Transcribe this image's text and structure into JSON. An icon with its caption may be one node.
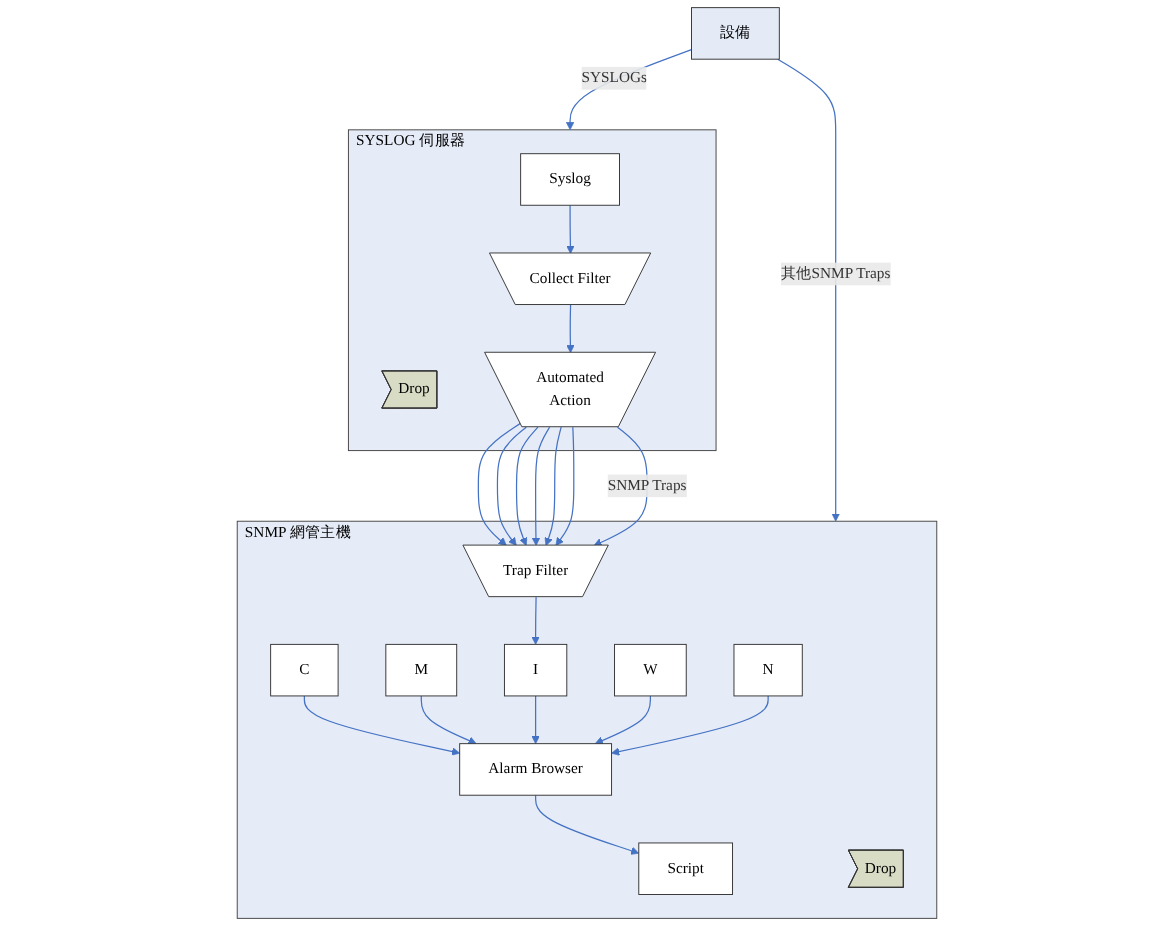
{
  "diagram": {
    "nodes": [
      {
        "text": [
          "設備"
        ]
      },
      {
        "text": [
          "SYSLOG 伺服器"
        ]
      },
      {
        "text": [
          "Syslog"
        ],
        "in": 1
      },
      {
        "text": [
          "Collect Filter"
        ],
        "in": 1
      },
      {
        "text": [
          "Drop"
        ],
        "in": 1
      },
      {
        "text": [
          "Automated",
          "Action"
        ],
        "in": 1
      },
      {
        "text": [
          "SNMP 網管主機"
        ]
      },
      {
        "text": [
          "Script"
        ],
        "in": 6
      },
      {
        "text": [
          "Alarm Browser"
        ],
        "in": 6
      },
      {
        "text": [
          "C"
        ],
        "in": 6
      },
      {
        "text": [
          "M"
        ],
        "in": 6
      },
      {
        "text": [
          "I"
        ],
        "in": 6
      },
      {
        "text": [
          "W"
        ],
        "in": 6
      },
      {
        "text": [
          "N"
        ],
        "in": 6
      },
      {
        "text": [
          "Trap Filter"
        ],
        "in": 6
      },
      {
        "text": [
          "Drop"
        ],
        "in": 6
      }
    ],
    "edges": [
      {
        "from": 0,
        "to": 1,
        "arrow": "to",
        "label": "SYSLOGs"
      },
      {
        "from": 0,
        "to": 6,
        "arrow": "to",
        "label": "其他SNMP Traps"
      },
      {
        "from": 2,
        "to": 3,
        "arrow": "to"
      },
      {
        "from": 3,
        "to": 5,
        "arrow": "to"
      },
      {
        "from": 5,
        "to": 14,
        "arrow": "to"
      },
      {
        "from": 5,
        "to": 14,
        "arrow": "to"
      },
      {
        "from": 5,
        "to": 14,
        "arrow": "to"
      },
      {
        "from": 5,
        "to": 14,
        "arrow": "to"
      },
      {
        "from": 5,
        "to": 14,
        "arrow": "to"
      },
      {
        "from": 5,
        "to": 14,
        "arrow": "to"
      },
      {
        "from": 5,
        "to": 14,
        "arrow": "to",
        "label": "SNMP Traps"
      },
      {
        "from": 14,
        "to": 11,
        "arrow": "to"
      },
      {
        "from": 9,
        "to": 8,
        "arrow": "to"
      },
      {
        "from": 10,
        "to": 8,
        "arrow": "to"
      },
      {
        "from": 11,
        "to": 8,
        "arrow": "to"
      },
      {
        "from": 12,
        "to": 8,
        "arrow": "to"
      },
      {
        "from": 13,
        "to": 8,
        "arrow": "to"
      },
      {
        "from": 8,
        "to": 7,
        "arrow": "to"
      }
    ]
  }
}
